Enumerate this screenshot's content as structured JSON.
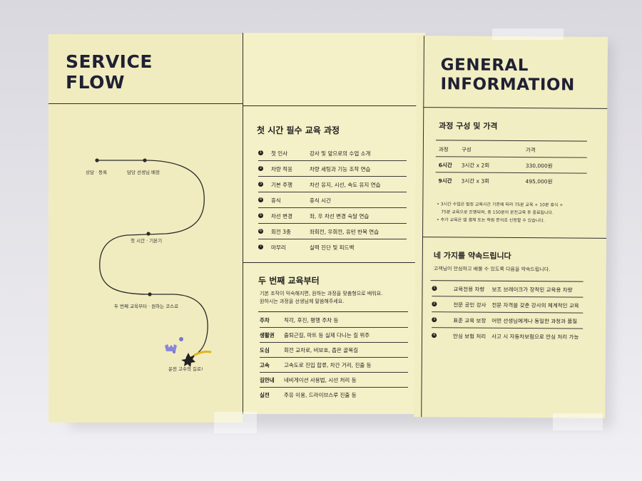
{
  "left": {
    "title_line1": "SERVICE",
    "title_line2": "FLOW",
    "flow_steps": [
      "상담 · 등록",
      "담당 선생님 배정",
      "첫 시간 · 기본기",
      "두 번째 교육부터 · 원하는 코스로",
      "운전 고수의 길로!"
    ]
  },
  "middle": {
    "section1_title": "첫 시간 필수 교육 과정",
    "first_course": [
      {
        "num": "1",
        "name": "첫 인사",
        "desc": "강사 및 앞으로의 수업 소개"
      },
      {
        "num": "2",
        "name": "차량 적응",
        "desc": "차량 세팅과 기능 조작 연습"
      },
      {
        "num": "3",
        "name": "기본 주행",
        "desc": "차선 유지, 시선, 속도 유지 연습"
      },
      {
        "num": "4",
        "name": "휴식",
        "desc": "휴식 시간"
      },
      {
        "num": "5",
        "name": "차선 변경",
        "desc": "좌, 우 차선 변경 숙달 연습"
      },
      {
        "num": "6",
        "name": "회전 3종",
        "desc": "좌회전, 우회전, 유턴 반복 연습"
      },
      {
        "num": "7",
        "name": "마무리",
        "desc": "실력 진단 및 피드백"
      }
    ],
    "section2_title": "두 번째 교육부터",
    "section2_intro_line1": "기본 조작이 익숙해지면, 원하는 과정을 맞춤형으로 배워요.",
    "section2_intro_line2": "원하시는 과정을 선생님께 말씀해주세요.",
    "courses": [
      {
        "key": "주차",
        "value": "직각, 후진, 평행 주차 등"
      },
      {
        "key": "생활권",
        "value": "출퇴근길, 마트 등 실제 다니는 길 위주"
      },
      {
        "key": "도심",
        "value": "회전 교차로, 비보호, 좁은 골목길"
      },
      {
        "key": "고속",
        "value": "고속도로 진입 합류, 차간 거리, 진출 등"
      },
      {
        "key": "길안내",
        "value": "네비게이션 사용법, 시선 처리 등"
      },
      {
        "key": "실전",
        "value": "주유 이용, 드라이브스루 진출 등"
      }
    ]
  },
  "right": {
    "title_line1": "GENERAL",
    "title_line2": "INFORMATION",
    "price_title": "과정 구성 및 가격",
    "price_headers": [
      "과정",
      "구성",
      "가격"
    ],
    "price_rows": [
      {
        "course": "6시간",
        "composition": "3시간 x 2회",
        "price": "330,000원"
      },
      {
        "course": "9시간",
        "composition": "3시간 x 3회",
        "price": "495,000원"
      }
    ],
    "notes": [
      "• 3시간 수업은 법정 교육시간 기준에 따라 75분 교육 + 10분 휴식 +",
      "75분 교육으로 진행되며, 총 150분의 운전교육 후 종료됩니다.",
      "• 추가 교육은 앱 결제 또는 학원 문의로 신청할 수 있습니다."
    ],
    "promise_title": "네 가지를 약속드립니다",
    "promise_intro": "고객님이 안심하고 배울 수 있도록 다음을 약속드립니다.",
    "promises": [
      {
        "num": "1",
        "name": "교육전용 차량",
        "desc": "보조 브레이크가 장착된 교육용 차량"
      },
      {
        "num": "2",
        "name": "전문 공인 강사",
        "desc": "전문 자격을 갖춘 강사의 체계적인 교육"
      },
      {
        "num": "3",
        "name": "표준 교육 보장",
        "desc": "어떤 선생님에게나 동일한 과정과 품질"
      },
      {
        "num": "4",
        "name": "안심 보험 처리",
        "desc": "사고 시 자동차보험으로 안심 처리 가능"
      }
    ]
  }
}
